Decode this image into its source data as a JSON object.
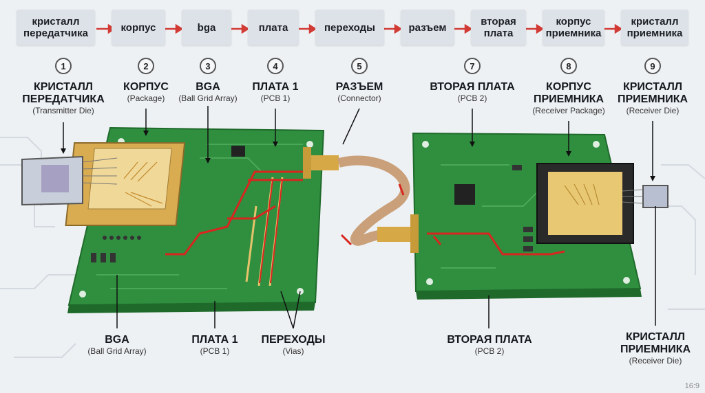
{
  "flow": [
    {
      "label": "кристалл\nпередатчика"
    },
    {
      "label": "корпус"
    },
    {
      "label": "bga"
    },
    {
      "label": "плата"
    },
    {
      "label": "переходы"
    },
    {
      "label": "разъем"
    },
    {
      "label": "вторая\nплата"
    },
    {
      "label": "корпус\nприемника"
    },
    {
      "label": "кристалл\nприемника"
    }
  ],
  "steps": [
    "1",
    "2",
    "3",
    "4",
    "5",
    "7",
    "8",
    "9"
  ],
  "top_labels": [
    {
      "title": "КРИСТАЛЛ\nПЕРЕДАТЧИКА",
      "sub": "(Transmitter Die)"
    },
    {
      "title": "КОРПУС",
      "sub": "(Package)"
    },
    {
      "title": "BGA",
      "sub": "(Ball Grid Array)"
    },
    {
      "title": "ПЛАТА 1",
      "sub": "(PCB 1)"
    },
    {
      "title": "РАЗЪЕМ",
      "sub": "(Connector)"
    },
    {
      "title": "ВТОРАЯ ПЛАТА",
      "sub": "(PCB 2)"
    },
    {
      "title": "КОРПУС\nПРИЕМНИКА",
      "sub": "(Receiver Package)"
    },
    {
      "title": "КРИСТАЛЛ\nПРИЕМНИКА",
      "sub": "(Receiver Die)"
    }
  ],
  "bottom_labels": [
    {
      "title": "BGA",
      "sub": "(Ball Grid Array)"
    },
    {
      "title": "ПЛАТА 1",
      "sub": "(PCB 1)"
    },
    {
      "title": "ПЕРЕХОДЫ",
      "sub": "(Vias)"
    },
    {
      "title": "ВТОРАЯ ПЛАТА",
      "sub": "(PCB 2)"
    },
    {
      "title": "КРИСТАЛЛ\nПРИЕМНИКА",
      "sub": "(Receiver Die)"
    }
  ],
  "aspect_ratio": "16:9",
  "colors": {
    "pcb": "#2e8b3e",
    "signal": "#d8261f",
    "gold": "#e2b85a",
    "flow_arrow": "#d23b35"
  }
}
